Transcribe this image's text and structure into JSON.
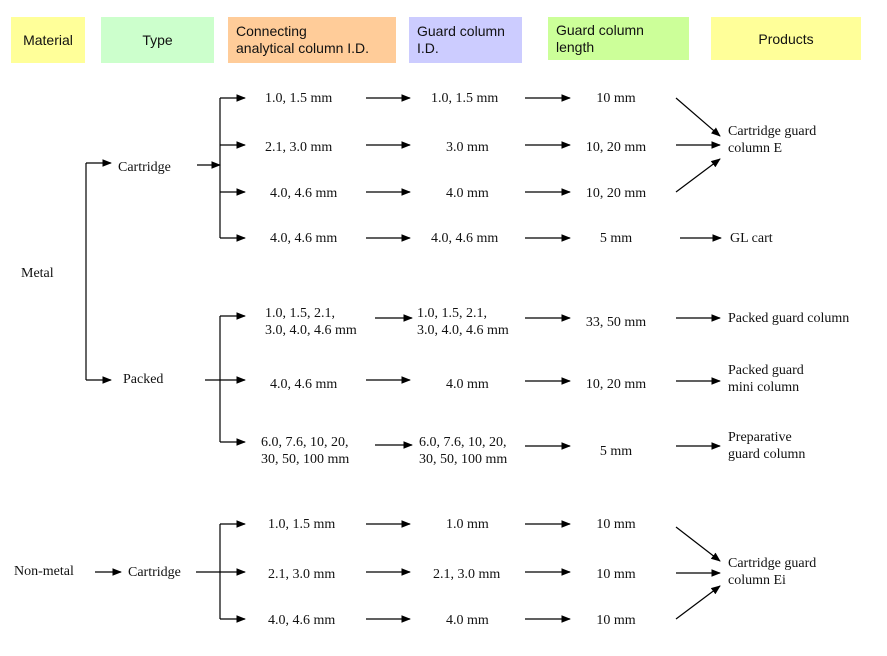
{
  "headers": [
    {
      "text": "Material",
      "color": "#ffff99"
    },
    {
      "text": "Type",
      "color": "#ccffcc"
    },
    {
      "text": "Connecting\nanalytical column I.D.",
      "color": "#ffcc99"
    },
    {
      "text": "Guard column\nI.D.",
      "color": "#ccccff"
    },
    {
      "text": "Guard column\nlength",
      "color": "#ccff99"
    },
    {
      "text": "Products",
      "color": "#ffff99"
    }
  ],
  "materials": {
    "metal": "Metal",
    "non_metal": "Non-metal"
  },
  "types": {
    "metal_cartridge": "Cartridge",
    "metal_packed": "Packed",
    "nonmetal_cartridge": "Cartridge"
  },
  "rows": [
    {
      "connecting": "1.0, 1.5 mm",
      "guard_id": "1.0, 1.5 mm",
      "length": "10 mm"
    },
    {
      "connecting": "2.1, 3.0 mm",
      "guard_id": "3.0 mm",
      "length": "10, 20 mm"
    },
    {
      "connecting": "4.0, 4.6 mm",
      "guard_id": "4.0 mm",
      "length": "10, 20 mm"
    },
    {
      "connecting": "4.0, 4.6 mm",
      "guard_id": "4.0, 4.6 mm",
      "length": "5 mm"
    },
    {
      "connecting": "1.0, 1.5, 2.1,\n3.0, 4.0, 4.6 mm",
      "guard_id": "1.0, 1.5, 2.1,\n3.0, 4.0, 4.6 mm",
      "length": "33, 50 mm"
    },
    {
      "connecting": "4.0, 4.6 mm",
      "guard_id": "4.0 mm",
      "length": "10, 20 mm"
    },
    {
      "connecting": "6.0, 7.6, 10, 20,\n30, 50, 100 mm",
      "guard_id": "6.0, 7.6, 10, 20,\n30, 50, 100 mm",
      "length": "5 mm"
    },
    {
      "connecting": "1.0, 1.5 mm",
      "guard_id": "1.0 mm",
      "length": "10 mm"
    },
    {
      "connecting": "2.1, 3.0 mm",
      "guard_id": "2.1, 3.0 mm",
      "length": "10 mm"
    },
    {
      "connecting": "4.0, 4.6 mm",
      "guard_id": "4.0 mm",
      "length": "10 mm"
    }
  ],
  "products": [
    {
      "text": "Cartridge guard\ncolumn E"
    },
    {
      "text": "GL cart"
    },
    {
      "text": "Packed guard column"
    },
    {
      "text": "Packed guard\nmini column"
    },
    {
      "text": "Preparative\nguard column"
    },
    {
      "text": "Cartridge guard\ncolumn Ei"
    }
  ]
}
